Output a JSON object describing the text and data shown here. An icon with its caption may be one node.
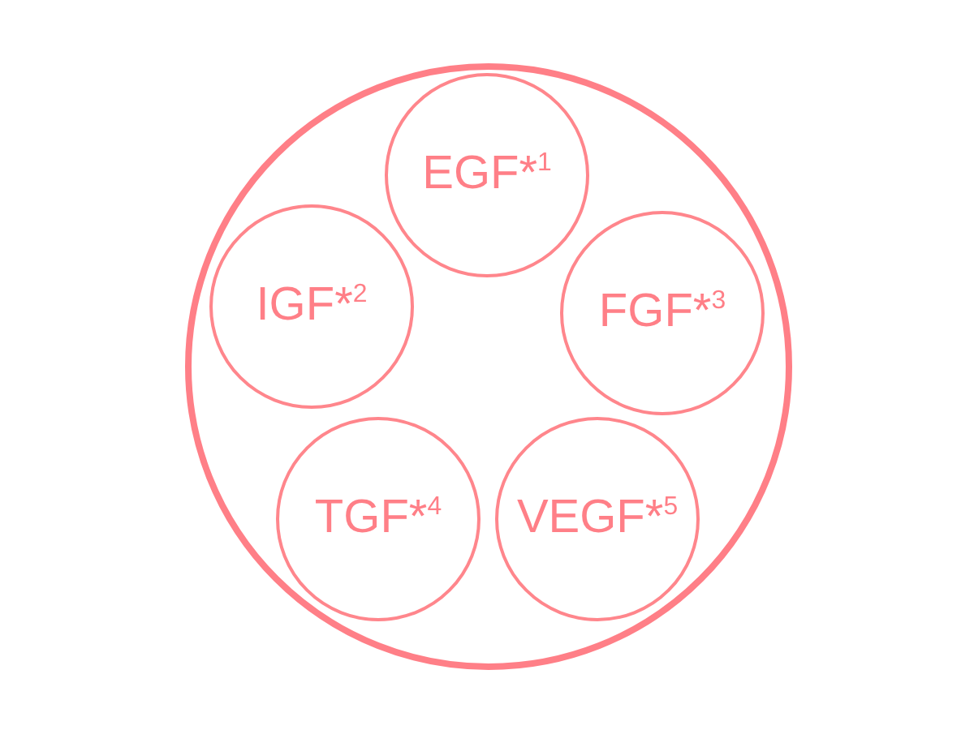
{
  "diagram": {
    "nodes": [
      {
        "text": [],
        "shape": "circle"
      },
      {
        "text": [
          "EGF*$^{1}$"
        ],
        "in": 0
      },
      {
        "text": [
          "IGF*$^{2}$"
        ],
        "in": 0
      },
      {
        "text": [
          "FGF*$^{3}$"
        ],
        "in": 0
      },
      {
        "text": [
          "TGF*$^{4}$"
        ],
        "in": 0
      },
      {
        "text": [
          "VEGF*$^{5}$"
        ],
        "in": 0
      }
    ]
  }
}
